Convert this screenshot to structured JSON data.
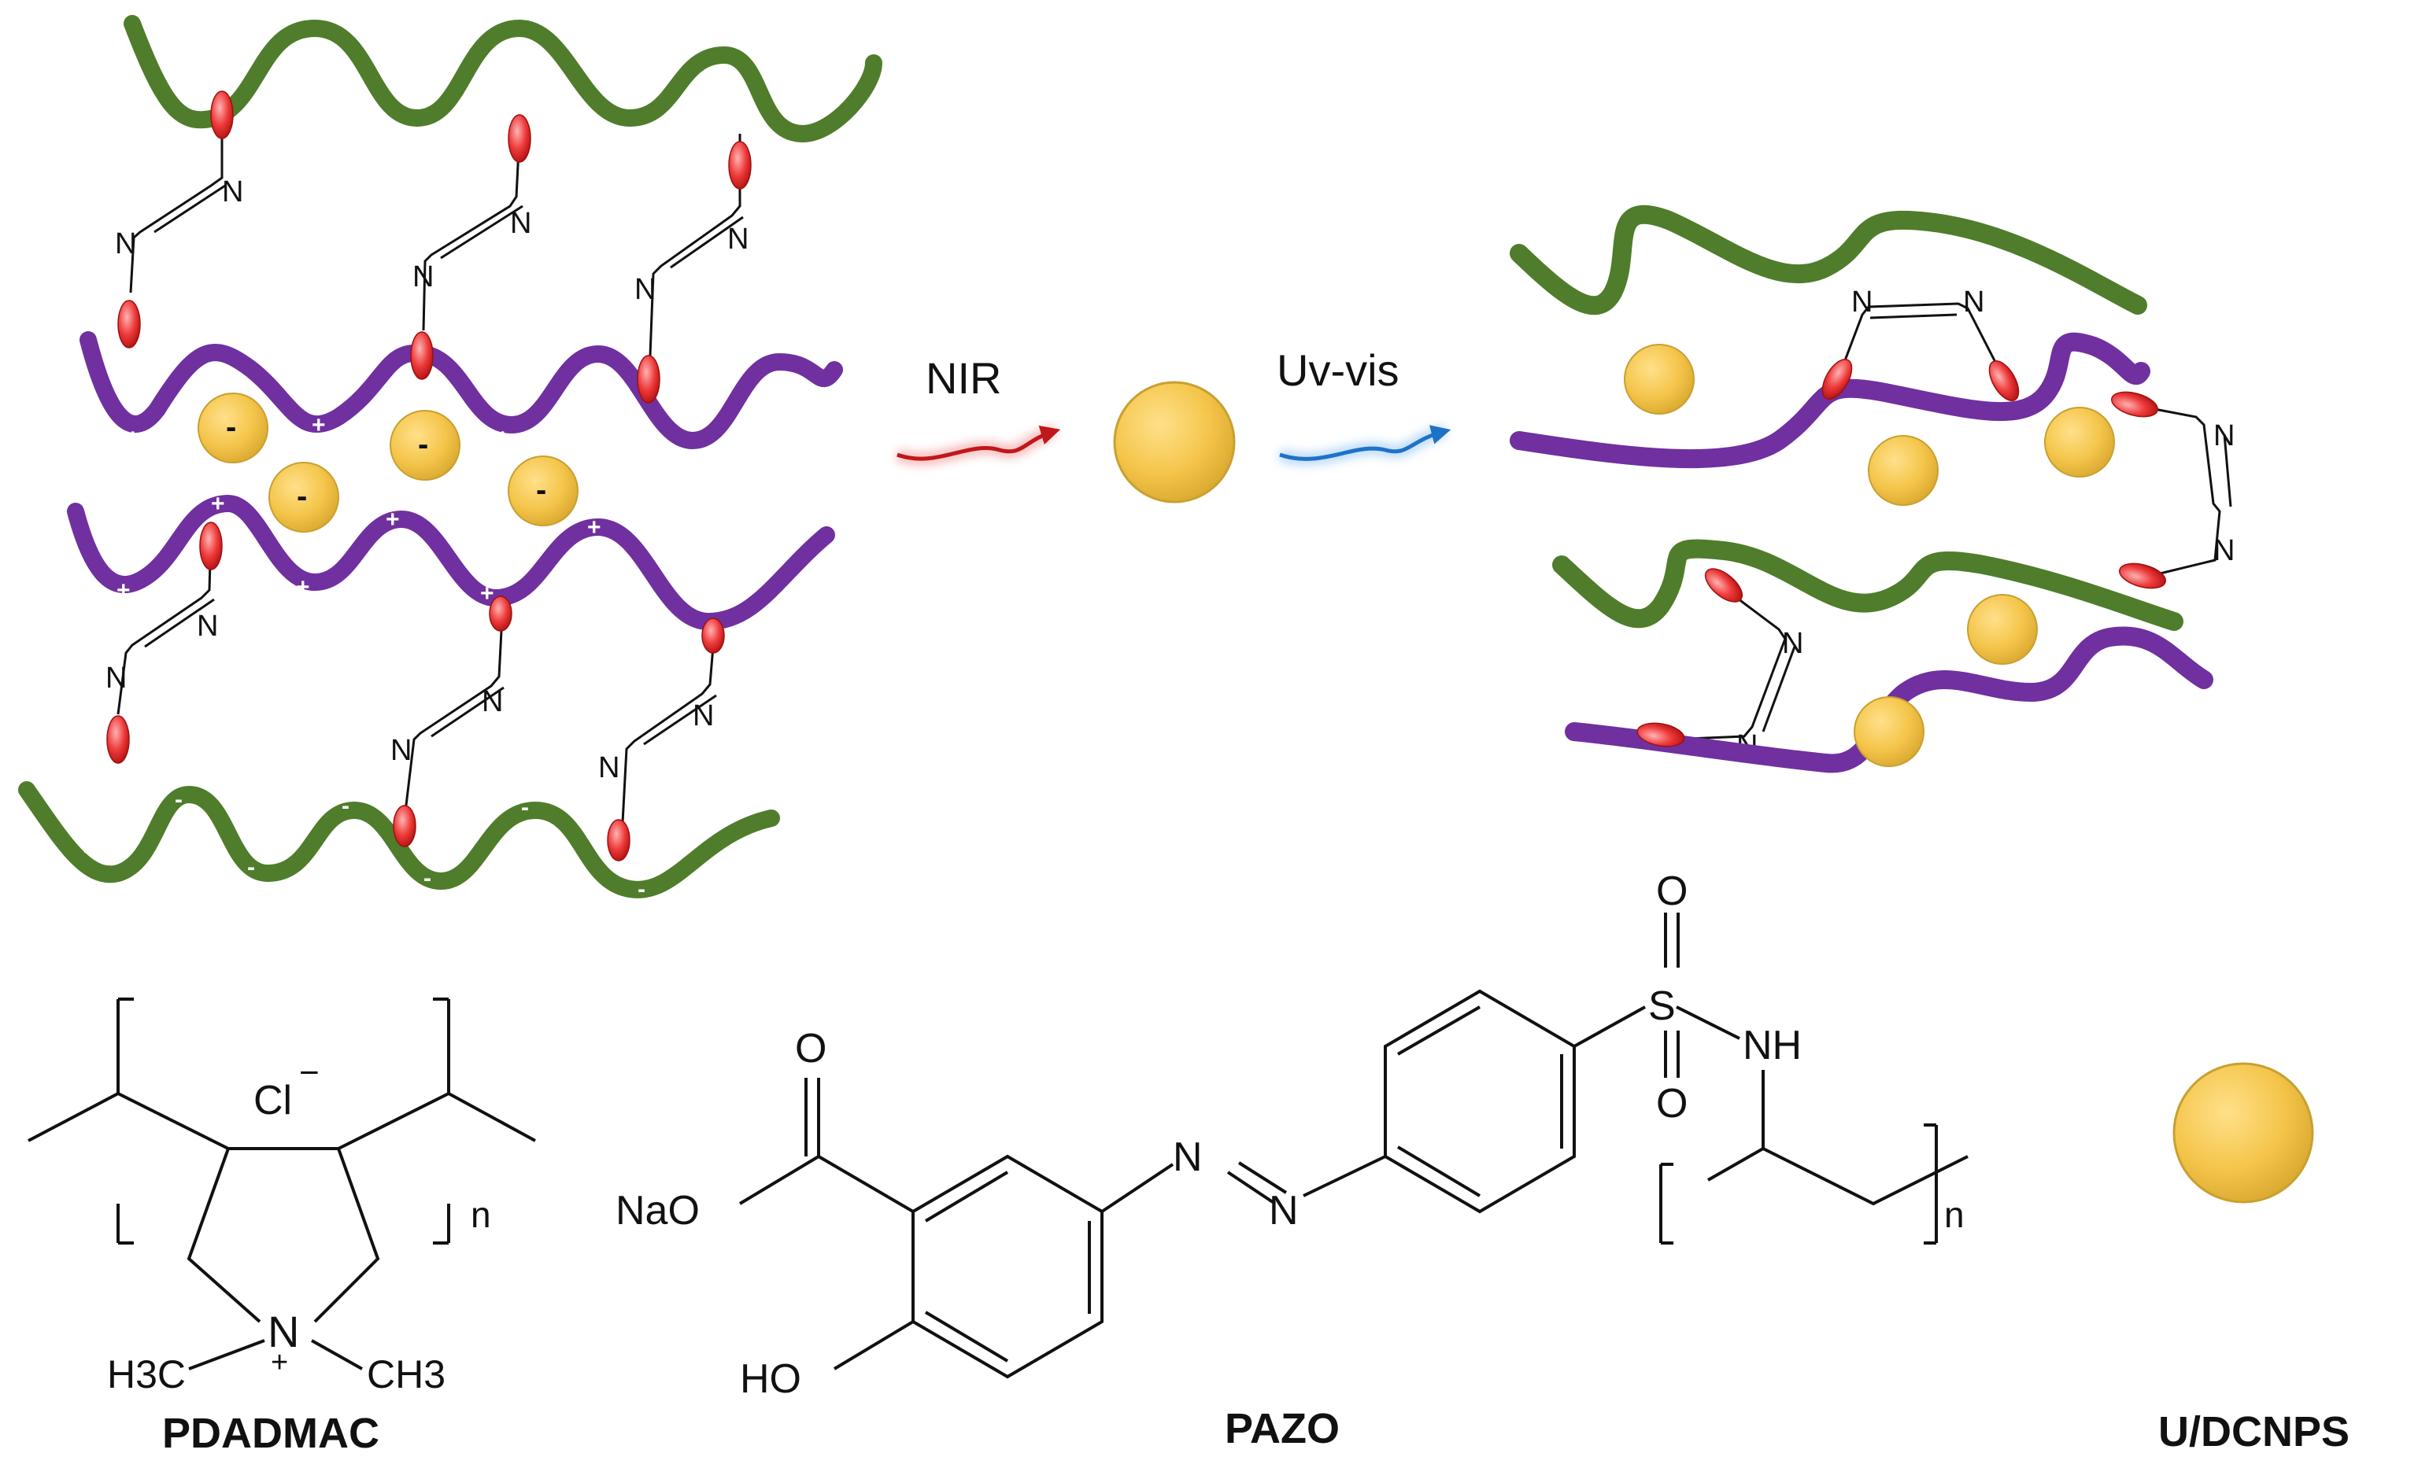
{
  "scheme": {
    "nir_label": "NIR",
    "uvvis_label": "Uv-vis",
    "minus_sign": "-",
    "plus_sign": "+"
  },
  "structures": {
    "pdadmac": {
      "name": "PDADMAC",
      "counterion": "Cl",
      "counterion_charge": "−",
      "nitrogen": "N",
      "nitrogen_charge": "+",
      "methyl_left": "H3C",
      "methyl_right": "CH3",
      "repeat": "n"
    },
    "pazo": {
      "name": "PAZO",
      "naO": "NaO",
      "ho": "HO",
      "carbonyl_o": "O",
      "azo_n": "N",
      "sulfonyl_s": "S",
      "sulfonyl_o": "O",
      "nh": "NH",
      "repeat": "n"
    },
    "nanoparticle": {
      "name": "U/DCNPS"
    }
  },
  "colors": {
    "anionic_chain": "#4f7d2b",
    "cationic_chain": "#7030a0",
    "nanoparticle_fill": "#f4c54a",
    "nanoparticle_edge": "#c9a030",
    "azo_marker": "#e8262a",
    "nir_arrow": "#c0171a",
    "uvvis_arrow": "#1e72c8"
  }
}
